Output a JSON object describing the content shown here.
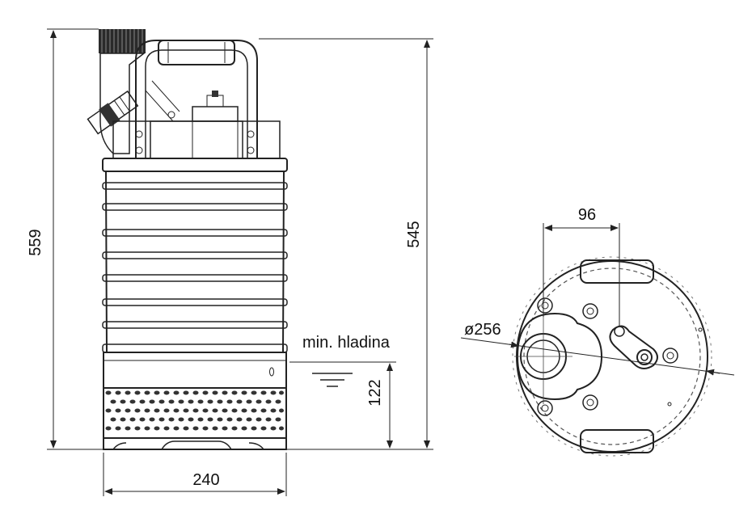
{
  "dimensions": {
    "total_height": "559",
    "body_height": "545",
    "min_level_height": "122",
    "base_width": "240",
    "port_spacing": "96",
    "diameter": "ø256"
  },
  "labels": {
    "min_level": "min. hladina"
  }
}
